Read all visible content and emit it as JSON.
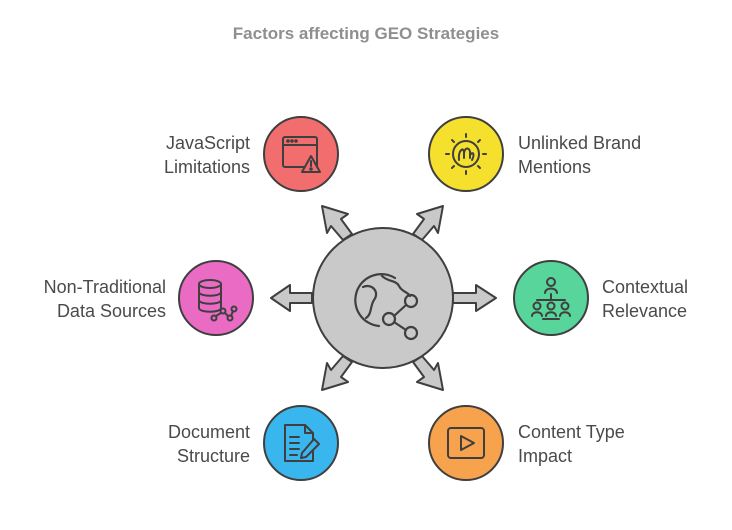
{
  "title": "Factors affecting GEO Strategies",
  "center": {
    "icon": "globe-network-icon"
  },
  "factors": [
    {
      "line1": "JavaScript",
      "line2": "Limitations",
      "icon": "browser-warning-icon",
      "color": "#f26d6d"
    },
    {
      "line1": "Unlinked Brand",
      "line2": "Mentions",
      "icon": "brand-mention-badge-icon",
      "color": "#f5e02e"
    },
    {
      "line1": "Non-Traditional",
      "line2": "Data Sources",
      "icon": "database-network-icon",
      "color": "#ea6bc3"
    },
    {
      "line1": "Contextual",
      "line2": "Relevance",
      "icon": "hierarchy-people-icon",
      "color": "#58d59a"
    },
    {
      "line1": "Document",
      "line2": "Structure",
      "icon": "document-edit-icon",
      "color": "#39b6ee"
    },
    {
      "line1": "Content Type",
      "line2": "Impact",
      "icon": "video-play-icon",
      "color": "#f7a24c"
    }
  ]
}
